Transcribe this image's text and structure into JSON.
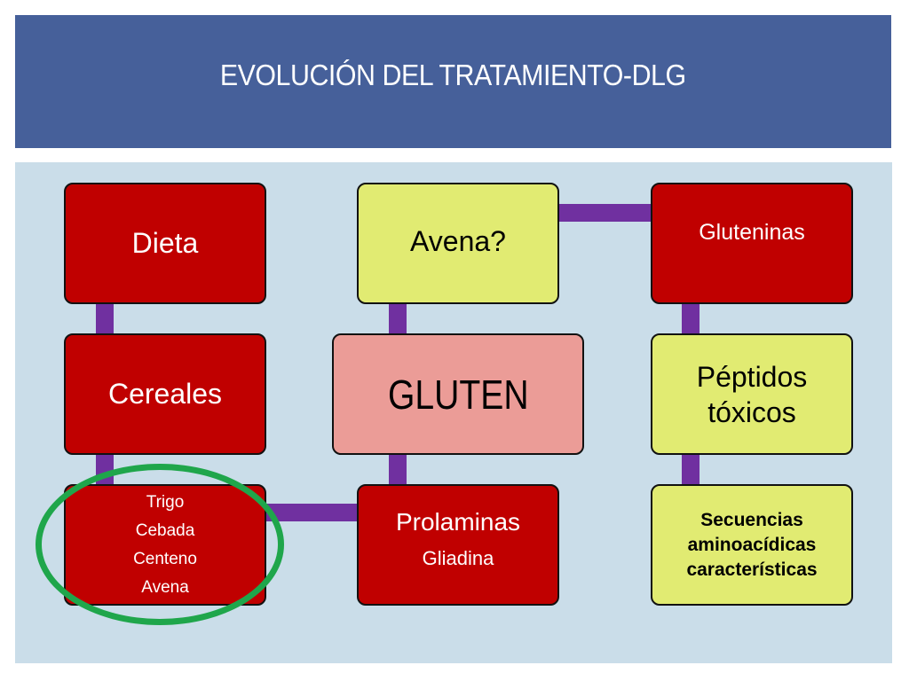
{
  "header": {
    "title": "EVOLUCIÓN DEL TRATAMIENTO-DLG"
  },
  "boxes": {
    "dieta": "Dieta",
    "cereales": "Cereales",
    "cereals_list": [
      "Trigo",
      "Cebada",
      "Centeno",
      "Avena"
    ],
    "avena": "Avena?",
    "gluten": "GLUTEN",
    "prolaminas": "Prolaminas",
    "gliadina": "Gliadina",
    "gluteninas": "Gluteninas",
    "peptidos": [
      "Péptidos",
      "tóxicos"
    ],
    "secuencias": [
      "Secuencias",
      "aminoacídicas",
      "características"
    ]
  },
  "colors": {
    "header_bg": "#46609a",
    "canvas_bg": "#cadde9",
    "red_box": "#c00000",
    "yellow_box": "#e1eb72",
    "pink_box": "#eb9c97",
    "connector": "#7030a0",
    "highlight_ellipse": "#1fa64b"
  }
}
